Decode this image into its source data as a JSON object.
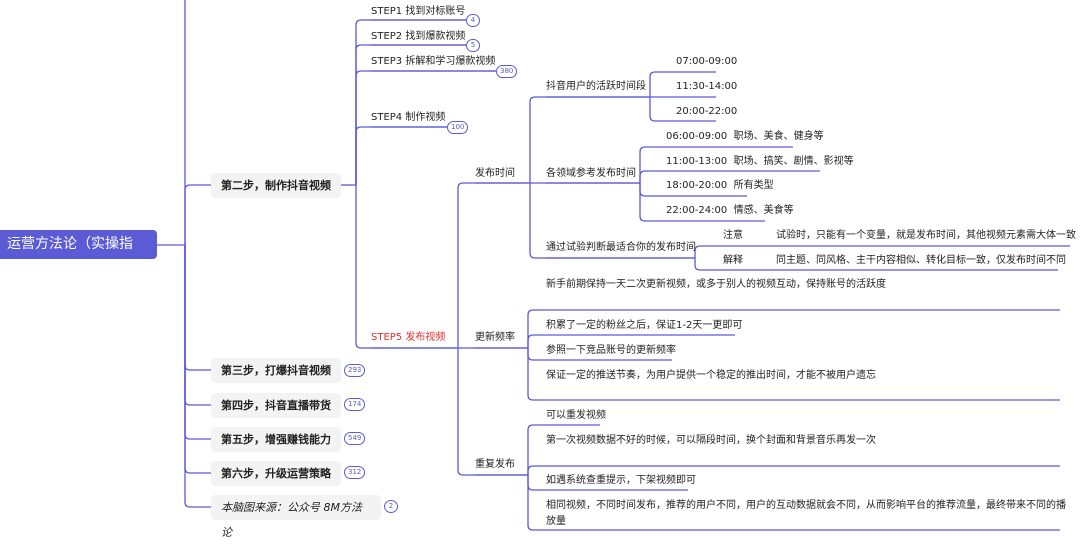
{
  "root": {
    "label": "运营方法论（实操指南）"
  },
  "level1": [
    {
      "label": "第二步，制作抖音视频"
    },
    {
      "label": "第三步，打爆抖音视频",
      "count": "293"
    },
    {
      "label": "第四步，抖音直播带货",
      "count": "174"
    },
    {
      "label": "第五步，增强赚钱能力",
      "count": "549"
    },
    {
      "label": "第六步，升级运营策略",
      "count": "312"
    },
    {
      "label": "本脑图来源：公众号 8M方法论",
      "count": "2"
    }
  ],
  "steps": [
    {
      "label": "STEP1 找到对标账号",
      "count": "4"
    },
    {
      "label": "STEP2 找到爆款视频",
      "count": "5"
    },
    {
      "label": "STEP3 拆解和学习爆款视频",
      "count": "380"
    },
    {
      "label": "STEP4 制作视频",
      "count": "100"
    },
    {
      "label": "STEP5 发布视频"
    }
  ],
  "step5": {
    "publish_time": {
      "label": "发布时间",
      "active": {
        "label": "抖音用户的活跃时间段",
        "items": [
          "07:00-09:00",
          "11:30-14:00",
          "20:00-22:00"
        ]
      },
      "by_field": {
        "label": "各领域参考发布时间",
        "items": [
          {
            "time": "06:00-09:00",
            "desc": "职场、美食、健身等"
          },
          {
            "time": "11:00-13:00",
            "desc": "职场、搞笑、剧情、影视等"
          },
          {
            "time": "18:00-20:00",
            "desc": "所有类型"
          },
          {
            "time": "22:00-24:00",
            "desc": "情感、美食等"
          }
        ]
      },
      "test": {
        "label": "通过试验判断最适合你的发布时间",
        "items": [
          {
            "key": "注意",
            "value": "试验时，只能有一个变量，就是发布时间，其他视频元素需大体一致"
          },
          {
            "key": "解释",
            "value": "同主题、同风格、主干内容相似、转化目标一致，仅发布时间不同"
          }
        ]
      }
    },
    "frequency": {
      "label": "更新频率",
      "items": [
        "新手前期保持一天二次更新视频，或多于别人的视频互动，保持账号的活跃度",
        "积累了一定的粉丝之后，保证1-2天一更即可",
        "参照一下竞品账号的更新频率",
        "保证一定的推送节奏，为用户提供一个稳定的推出时间，才能不被用户遗忘"
      ]
    },
    "repost": {
      "label": "重复发布",
      "items": [
        "可以重发视频",
        "第一次视频数据不好的时候，可以隔段时间，换个封面和背景音乐再发一次",
        "如遇系统查重提示，下架视频即可",
        "相同视频，不同时间发布，推荐的用户不同，用户的互动数据就会不同，从而影响平台的推荐流量，最终带来不同的播放量"
      ]
    }
  },
  "colors": {
    "accent": "#5b5bd6",
    "highlight": "#e03030",
    "node_bg": "#f3f3f3"
  }
}
